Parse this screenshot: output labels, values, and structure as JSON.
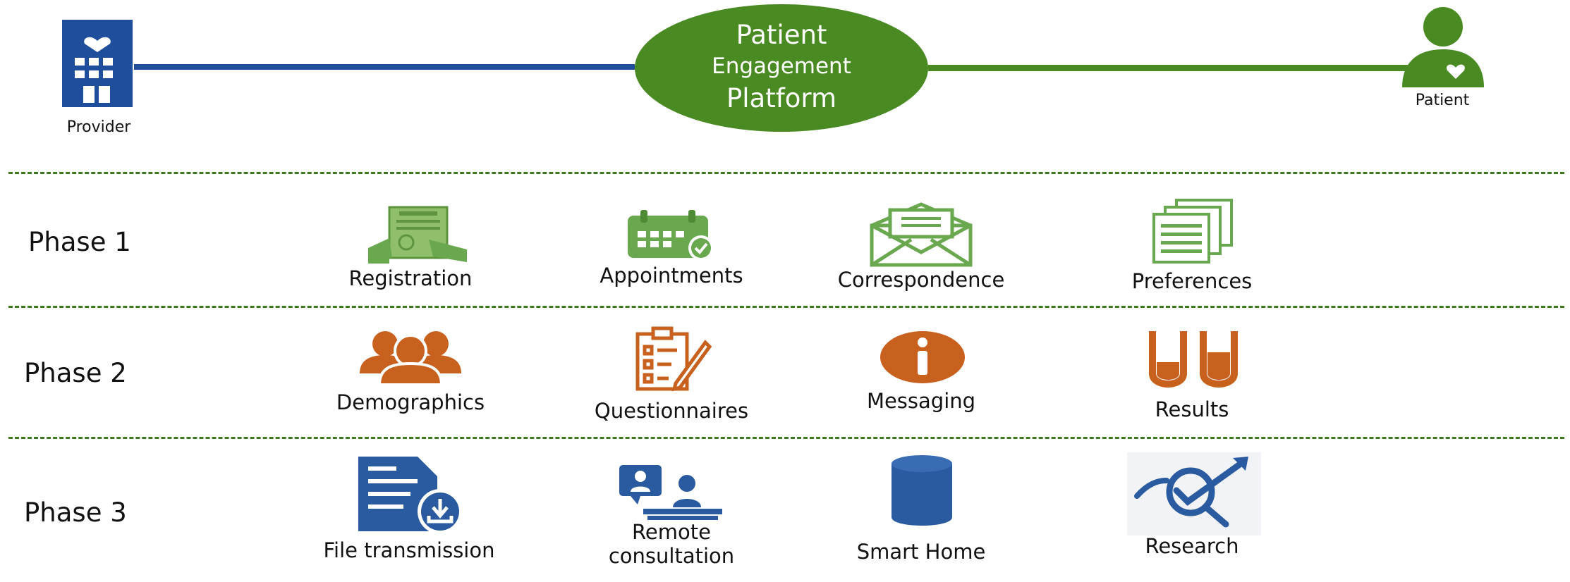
{
  "header": {
    "provider_label": "Provider",
    "patient_label": "Patient",
    "platform": {
      "line1": "Patient",
      "line2": "Engagement",
      "line3": "Platform"
    }
  },
  "phases": [
    {
      "label": "Phase 1",
      "items": [
        {
          "label": "Registration",
          "icon": "registration-form-icon"
        },
        {
          "label": "Appointments",
          "icon": "calendar-check-icon"
        },
        {
          "label": "Correspondence",
          "icon": "envelope-icon"
        },
        {
          "label": "Preferences",
          "icon": "documents-stack-icon"
        }
      ]
    },
    {
      "label": "Phase 2",
      "items": [
        {
          "label": "Demographics",
          "icon": "people-group-icon"
        },
        {
          "label": "Questionnaires",
          "icon": "checklist-clipboard-icon"
        },
        {
          "label": "Messaging",
          "icon": "info-icon"
        },
        {
          "label": "Results",
          "icon": "test-tubes-icon"
        }
      ]
    },
    {
      "label": "Phase 3",
      "items": [
        {
          "label": "File transmission",
          "icon": "file-download-icon"
        },
        {
          "label": "Remote consultation",
          "label_line1": "Remote",
          "label_line2": "consultation",
          "icon": "video-consultation-icon"
        },
        {
          "label": "Smart Home",
          "icon": "database-cylinder-icon"
        },
        {
          "label": "Research",
          "icon": "research-magnifier-icon"
        }
      ]
    }
  ],
  "colors": {
    "provider_blue": "#1f4e9c",
    "platform_green": "#4a8a22",
    "phase1_green": "#6aa84f",
    "phase2_orange": "#c8601e",
    "phase3_blue": "#2a5aa0",
    "divider_green": "#3d7a1e"
  }
}
